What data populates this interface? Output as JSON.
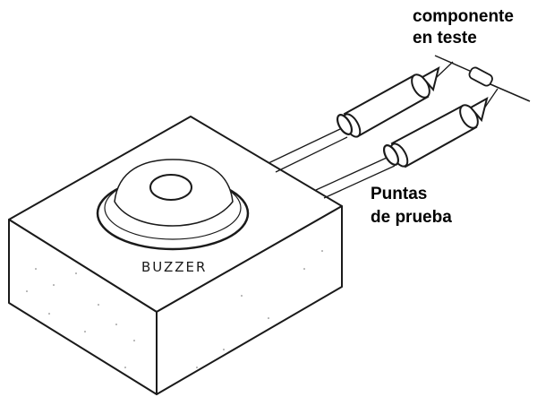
{
  "labels": {
    "component_line1": "componente",
    "component_line2": "en teste",
    "probes_line1": "Puntas",
    "probes_line2": "de prueba",
    "buzzer": "BUZZER"
  },
  "colors": {
    "ink": "#1a1a1a",
    "paper": "#ffffff"
  }
}
